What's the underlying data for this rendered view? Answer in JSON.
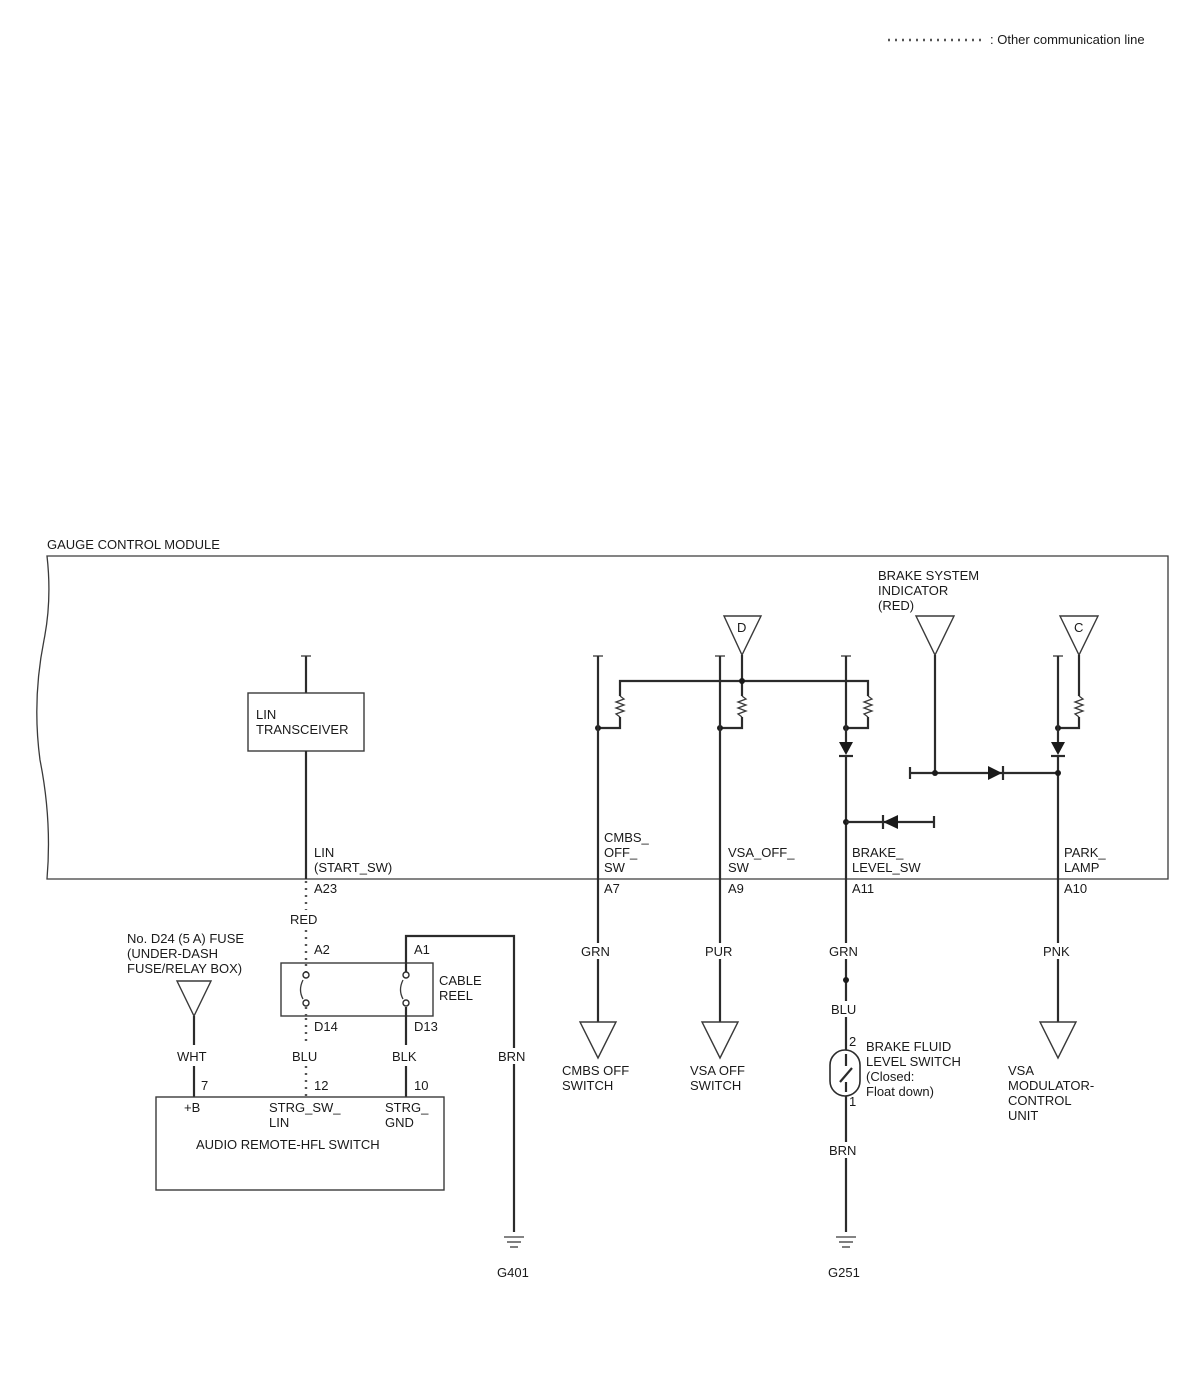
{
  "legend": {
    "text": ": Other communication line"
  },
  "module": {
    "title": "GAUGE CONTROL MODULE"
  },
  "internal": {
    "lin_transceiver": [
      "LIN",
      "TRANSCEIVER"
    ],
    "brake_indicator": [
      "BRAKE SYSTEM",
      "INDICATOR",
      "(RED)"
    ],
    "ref_d": "D",
    "ref_c": "C"
  },
  "module_pins": {
    "lin": {
      "name": [
        "LIN",
        "(START_SW)"
      ],
      "terminal": "A23"
    },
    "cmbs": {
      "name": [
        "CMBS_",
        "OFF_",
        "SW"
      ],
      "terminal": "A7"
    },
    "vsa": {
      "name": [
        "VSA_OFF_",
        "SW"
      ],
      "terminal": "A9"
    },
    "brake_level": {
      "name": [
        "BRAKE_",
        "LEVEL_SW"
      ],
      "terminal": "A11"
    },
    "park_lamp": {
      "name": [
        "PARK_",
        "LAMP"
      ],
      "terminal": "A10"
    }
  },
  "wires": {
    "red": "RED",
    "blu_lin": "BLU",
    "blk": "BLK",
    "wht": "WHT",
    "brn_g401": "BRN",
    "grn_cmbs": "GRN",
    "pur": "PUR",
    "grn_brake": "GRN",
    "blu_brake": "BLU",
    "brn_g251": "BRN",
    "pnk": "PNK"
  },
  "cable_reel": {
    "name": [
      "CABLE",
      "REEL"
    ],
    "terminals": {
      "a2": "A2",
      "a1": "A1",
      "d14": "D14",
      "d13": "D13"
    }
  },
  "fuse": {
    "name": [
      "No. D24 (5 A) FUSE",
      "(UNDER-DASH",
      "FUSE/RELAY BOX)"
    ]
  },
  "audio_switch": {
    "name": "AUDIO REMOTE-HFL SWITCH",
    "pins": [
      {
        "number": "7",
        "label": [
          "+B"
        ]
      },
      {
        "number": "12",
        "label": [
          "STRG_SW_",
          "LIN"
        ]
      },
      {
        "number": "10",
        "label": [
          "STRG_",
          "GND"
        ]
      }
    ]
  },
  "grounds": {
    "g401": "G401",
    "g251": "G251"
  },
  "components": {
    "cmbs_switch": [
      "CMBS OFF",
      "SWITCH"
    ],
    "vsa_switch": [
      "VSA OFF",
      "SWITCH"
    ],
    "brake_fluid": [
      "BRAKE FLUID",
      "LEVEL SWITCH",
      "(Closed:",
      "Float down)"
    ],
    "brake_fluid_pins": {
      "top": "2",
      "bottom": "1"
    },
    "vsa_modulator": [
      "VSA",
      "MODULATOR-",
      "CONTROL",
      "UNIT"
    ]
  }
}
